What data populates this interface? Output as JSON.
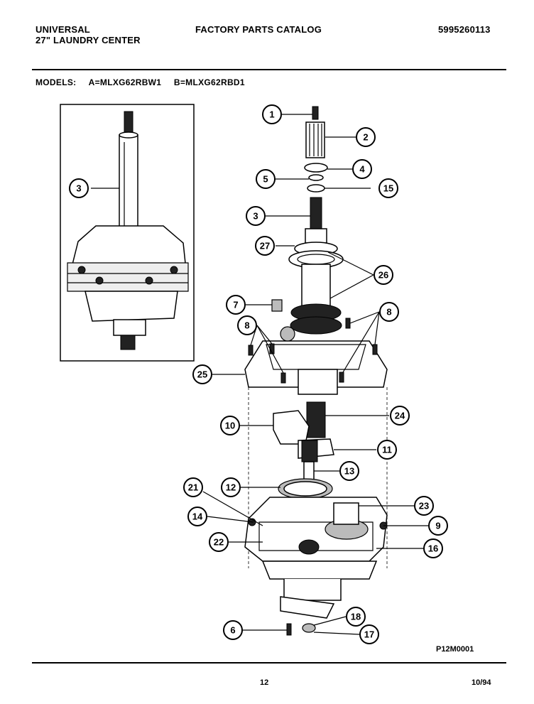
{
  "header": {
    "brand": "UNIVERSAL",
    "product": "27\" LAUNDRY CENTER",
    "title": "FACTORY PARTS CATALOG",
    "catalog_number": "5995260113"
  },
  "models": {
    "label": "MODELS:",
    "a": "A=MLXG62RBW1",
    "b": "B=MLXG62RBD1"
  },
  "callouts": {
    "c1": "1",
    "c2": "2",
    "c3": "3",
    "c3inset": "3",
    "c4": "4",
    "c5": "5",
    "c6": "6",
    "c7": "7",
    "c8a": "8",
    "c8b": "8",
    "c9": "9",
    "c10": "10",
    "c11": "11",
    "c12": "12",
    "c13": "13",
    "c14": "14",
    "c15": "15",
    "c16": "16",
    "c17": "17",
    "c18": "18",
    "c21": "21",
    "c22": "22",
    "c23": "23",
    "c24": "24",
    "c25": "25",
    "c26": "26",
    "c27": "27"
  },
  "figure_id": "P12M0001",
  "footer": {
    "page_number": "12",
    "date": "10/94"
  }
}
